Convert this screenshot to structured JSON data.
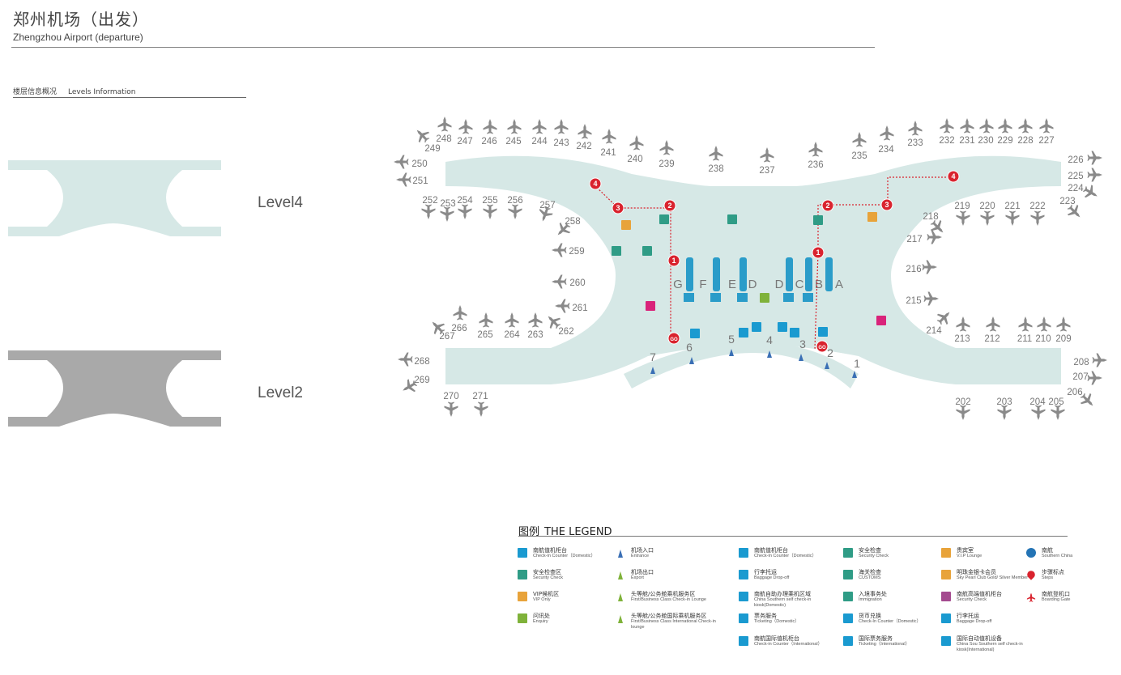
{
  "header": {
    "title_zh": "郑州机场（出发）",
    "title_en": "Zhengzhou Airport (departure)"
  },
  "levels": {
    "heading_zh": "楼层信息概况",
    "heading_en": "Levels Information",
    "items": [
      {
        "label": "Level4",
        "color": "#d6e8e6"
      },
      {
        "label": "Level2",
        "color": "#a9a9a9"
      }
    ]
  },
  "map": {
    "colors": {
      "floor": "#d6e8e6",
      "counter": "#2a9cc9",
      "route": "#d9232e",
      "plane": "#8a8a8a"
    },
    "gates": {
      "g248": "248",
      "g247": "247",
      "g246": "246",
      "g245": "245",
      "g244": "244",
      "g243": "243",
      "g242": "242",
      "g241": "241",
      "g240": "240",
      "g239": "239",
      "g238": "238",
      "g237": "237",
      "g236": "236",
      "g235": "235",
      "g234": "234",
      "g233": "233",
      "g232": "232",
      "g231": "231",
      "g230": "230",
      "g229": "229",
      "g228": "228",
      "g227": "227",
      "g249": "249",
      "g250": "250",
      "g251": "251",
      "g252": "252",
      "g253": "253",
      "g254": "254",
      "g255": "255",
      "g256": "256",
      "g257": "257",
      "g258": "258",
      "g259": "259",
      "g260": "260",
      "g261": "261",
      "g262": "262",
      "g263": "263",
      "g264": "264",
      "g265": "265",
      "g266": "266",
      "g267": "267",
      "g268": "268",
      "g269": "269",
      "g270": "270",
      "g271": "271",
      "g226": "226",
      "g225": "225",
      "g224": "224",
      "g223": "223",
      "g222": "222",
      "g221": "221",
      "g220": "220",
      "g219": "219",
      "g218": "218",
      "g217": "217",
      "g216": "216",
      "g215": "215",
      "g214": "214",
      "g213": "213",
      "g212": "212",
      "g211": "211",
      "g210": "210",
      "g209": "209",
      "g208": "208",
      "g207": "207",
      "g206": "206",
      "g205": "205",
      "g204": "204",
      "g203": "203",
      "g202": "202"
    },
    "counters": {
      "g": "G",
      "f": "F",
      "e": "E",
      "d1": "D",
      "d2": "D",
      "c": "C",
      "b": "B",
      "a": "A"
    },
    "entrances": {
      "e1": "1",
      "e2": "2",
      "e3": "3",
      "e4": "4",
      "e5": "5",
      "e6": "6",
      "e7": "7"
    },
    "steps": {
      "s1": "1",
      "s2": "2",
      "s3": "3",
      "s4": "4",
      "go": "GO"
    }
  },
  "legend": {
    "title_zh": "图例",
    "title_en": "THE LEGEND",
    "items": [
      {
        "zh": "南航值机柜台",
        "en": "Check-In Counter（Domestic）",
        "icon": "checkin-counter-icon",
        "color": "#1a9ad0"
      },
      {
        "zh": "安全检查区",
        "en": "Security Check",
        "icon": "security-area-icon",
        "color": "#2f9c86"
      },
      {
        "zh": "VIP候机区",
        "en": "VIP Only",
        "icon": "vip-area-icon",
        "color": "#e8a33a"
      },
      {
        "zh": "问讯处",
        "en": "Enquiry",
        "icon": "enquiry-icon",
        "color": "#7fb23a"
      },
      {
        "zh": "机场入口",
        "en": "Entrance",
        "icon": "entrance-icon",
        "color": "#3a6fb5"
      },
      {
        "zh": "机场出口",
        "en": "Export",
        "icon": "exit-icon",
        "color": "#7fb23a"
      },
      {
        "zh": "头等舱/公务舱乘机服务区",
        "en": "First/Business Class Check-in Lounge",
        "icon": "first-class-domestic-icon",
        "color": "#7fb23a"
      },
      {
        "zh": "头等舱/公务舱国际乘机服务区",
        "en": "First/Business Class International Check-in lounge",
        "icon": "first-class-intl-icon",
        "color": "#7fb23a"
      },
      {
        "zh": "南航值机柜台",
        "en": "Check-In Counter（Domestic）",
        "icon": "csa-checkin-icon",
        "color": "#1a9ad0"
      },
      {
        "zh": "行李托运",
        "en": "Baggage Drop-off",
        "icon": "baggage-icon",
        "color": "#1a9ad0"
      },
      {
        "zh": "南航自助办理乘机区域",
        "en": "China Southern self check-in kiosk(Domestic)",
        "icon": "kiosk-domestic-icon",
        "color": "#1a9ad0"
      },
      {
        "zh": "票务服务",
        "en": "Ticketing（Domestic）",
        "icon": "ticketing-domestic-icon",
        "color": "#1a9ad0"
      },
      {
        "zh": "南航国际值机柜台",
        "en": "Check-in Counter（International）",
        "icon": "intl-checkin-icon",
        "color": "#1a9ad0"
      },
      {
        "zh": "安全检查",
        "en": "Security Check",
        "icon": "security-check-icon",
        "color": "#2f9c86"
      },
      {
        "zh": "海关检查",
        "en": "CUSTOMS",
        "icon": "customs-icon",
        "color": "#2f9c86"
      },
      {
        "zh": "入境事务处",
        "en": "Immigration",
        "icon": "immigration-icon",
        "color": "#2f9c86"
      },
      {
        "zh": "货币兑换",
        "en": "Check-In Counter（Domestic）",
        "icon": "currency-icon",
        "color": "#1a9ad0"
      },
      {
        "zh": "国际票务服务",
        "en": "Ticketing（International）",
        "icon": "ticketing-intl-icon",
        "color": "#1a9ad0"
      },
      {
        "zh": "贵宾室",
        "en": "V.I.P Lounge",
        "icon": "vip-lounge-icon",
        "color": "#e8a33a"
      },
      {
        "zh": "明珠金银卡会员",
        "en": "Sky Pearl Club Gold/ Silver Member",
        "icon": "sky-pearl-icon",
        "color": "#e8a33a"
      },
      {
        "zh": "南航高端值机柜台",
        "en": "Security Check",
        "icon": "premium-counter-icon",
        "color": "#a44a8f"
      },
      {
        "zh": "行李托运",
        "en": "Baggage Drop-off",
        "icon": "baggage-2-icon",
        "color": "#1a9ad0"
      },
      {
        "zh": "国际自动值机设备",
        "en": "China Sou Southern self check-in kiosk(International)",
        "icon": "kiosk-intl-icon",
        "color": "#1a9ad0"
      },
      {
        "zh": "南航",
        "en": "Southern China",
        "icon": "china-southern-icon",
        "color": "#2474b5"
      },
      {
        "zh": "步骤标点",
        "en": "Steps",
        "icon": "steps-icon",
        "color": "#d9232e"
      },
      {
        "zh": "南航登机口",
        "en": "Boarding Gate",
        "icon": "boarding-gate-icon",
        "color": "#d9232e"
      }
    ]
  }
}
